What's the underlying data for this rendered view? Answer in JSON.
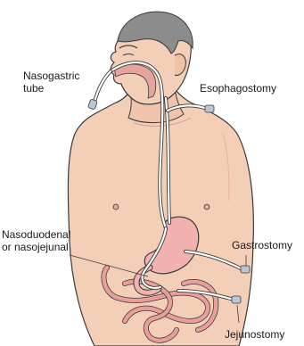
{
  "labels": {
    "nasogastric": [
      "Nasogastric",
      "tube"
    ],
    "esophagostomy": "Esophagostomy",
    "gastrostomy": "Gastrostomy",
    "nasoduodenal": [
      "Nasoduodenal",
      "or nasojejunal"
    ],
    "jejunostomy": "Jejunostomy"
  },
  "colors": {
    "skin": "#f4cfb8",
    "skin_shadow": "#e7b79c",
    "hair": "#8c8c8c",
    "outline": "#3a3a3a",
    "stomach": "#f2b3b0",
    "intestine": "#e99e9c",
    "tube": "#ffffff"
  }
}
